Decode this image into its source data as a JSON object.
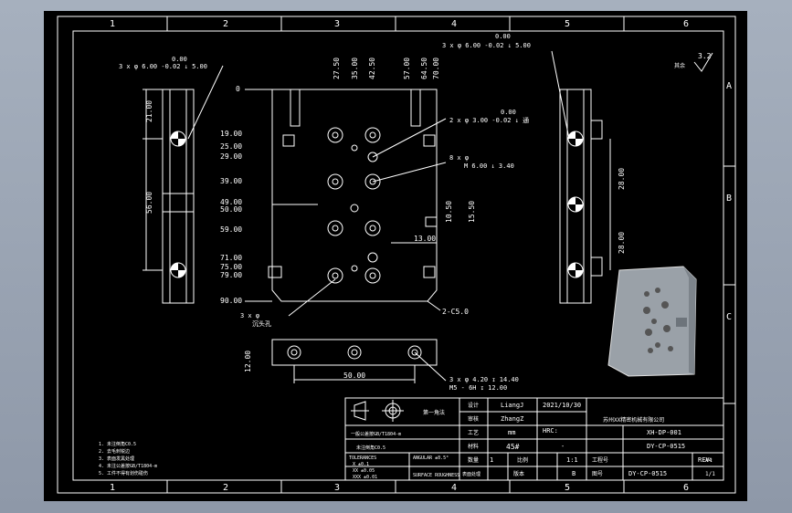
{
  "frame": {
    "columns": [
      "1",
      "2",
      "3",
      "4",
      "5",
      "6"
    ],
    "rows": [
      "A",
      "B",
      "C"
    ]
  },
  "top_view": {
    "x_dims": [
      "27.50",
      "35.00",
      "42.50",
      "57.00",
      "64.50",
      "70.00"
    ],
    "y_dims": [
      "0",
      "19.00",
      "25.00",
      "29.00",
      "39.00",
      "49.00",
      "50.00",
      "59.00",
      "71.00",
      "75.00",
      "79.00",
      "90.00"
    ],
    "other_dims": [
      "10.50",
      "15.50",
      "13.00"
    ],
    "chamfer": "2-C5.0"
  },
  "left_view": {
    "dims": [
      "21.00",
      "56.00"
    ],
    "callout": [
      "3 x φ 6.00 -0.02 ↓ 5.00",
      "0.00"
    ]
  },
  "right_view": {
    "dims": [
      "28.00",
      "28.00"
    ],
    "callout": [
      "3 x φ 6.00 -0.02 ↓ 5.00",
      "0.00"
    ]
  },
  "callouts": {
    "hole_3mm": [
      "2 x φ 3.00 -0.02 ↓ 通",
      "0.00"
    ],
    "hole_8x": [
      "8 x φ",
      "M 6.00 ↓ 3.40"
    ],
    "hole_bottom": [
      "3 x φ",
      "沉头孔"
    ],
    "bottom_holes": [
      "3 x φ 4.20 ↧ 14.40",
      "M5 - 6H ↧ 12.00"
    ]
  },
  "bottom_view": {
    "dims": [
      "12.00",
      "50.00"
    ]
  },
  "roughness": "3.2",
  "roughness_label": "其余",
  "title_block": {
    "row1": [
      "设计",
      "LiangJ",
      "2021/10/30"
    ],
    "row2": [
      "审核",
      "ZhangZ"
    ],
    "row3": [
      "工艺",
      "mm",
      "HRC:"
    ],
    "row4": [
      "材料",
      "45#",
      "-"
    ],
    "row5": [
      "数量",
      "1",
      "比例",
      "1:1",
      "工程号"
    ],
    "row6": [
      "表面处理",
      "版本",
      "B",
      "图号",
      "DY-CP-0515"
    ],
    "company": "苏州XX精密机械有限公司",
    "part_no": "XH-DP-001",
    "drawing_name": "DY-CP-0515",
    "rev": "REV:",
    "size": "A4",
    "sheet": "1/1",
    "left_line1": "一般公差按GB/T1804-m",
    "left_line2": "未注倒角C0.5",
    "tolerances": [
      "TOLERANCES",
      "X ±0.1",
      "XX ±0.05",
      "XXX ±0.01"
    ],
    "angular": "ANGULAR ±0.5°",
    "surface": "SURFACE ROUGHNESS",
    "projection": "第一角法"
  },
  "notes": [
    "1. 未注倒角C0.5",
    "2. 去毛刺锐边",
    "3. 表面发黑处理",
    "4. 未注公差按GB/T1804-m",
    "5. 工件不得有划伤碰伤"
  ]
}
